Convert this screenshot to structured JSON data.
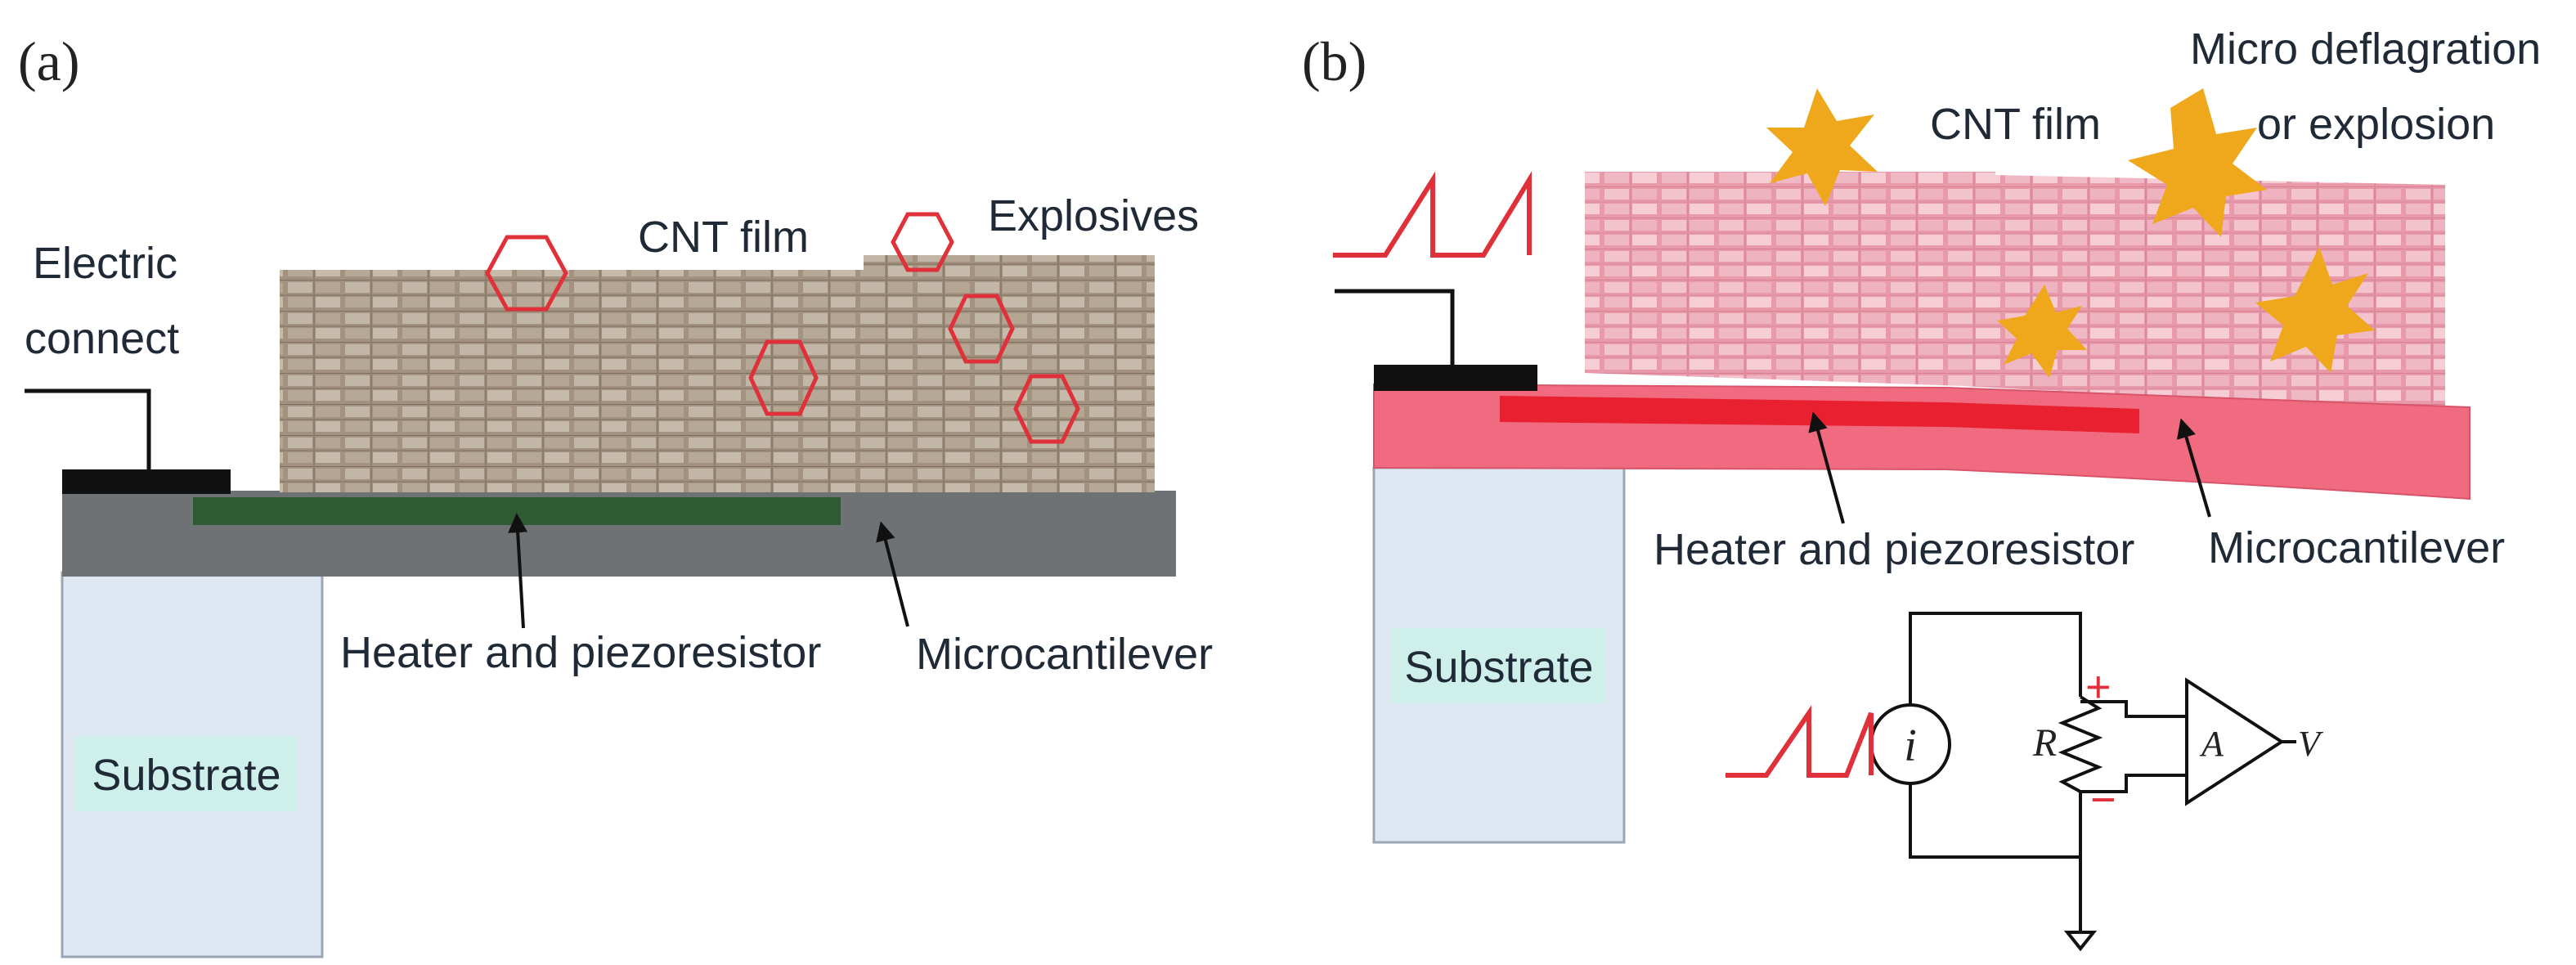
{
  "panel_a": {
    "label": "(a)",
    "electric_connect_line1": "Electric",
    "electric_connect_line2": "connect",
    "cnt_film": "CNT film",
    "explosives": "Explosives",
    "heater": "Heater and piezoresistor",
    "microcantilever": "Microcantilever",
    "substrate": "Substrate"
  },
  "panel_b": {
    "label": "(b)",
    "cnt_film": "CNT film",
    "micro_line1": "Micro deflagration",
    "micro_line2": "or explosion",
    "heater": "Heater and piezoresistor",
    "microcantilever": "Microcantilever",
    "substrate": "Substrate",
    "circuit": {
      "current_source": "i",
      "resistor": "R",
      "plus": "+",
      "minus": "−",
      "amplifier": "A",
      "output": "V"
    }
  },
  "colors": {
    "cantilever_a": "#6f7274",
    "heater_a": "#2f5a32",
    "cnt_a": "#9b8a78",
    "hexagon": "#e0303a",
    "cantilever_b": "#f06a80",
    "heater_b": "#e82030",
    "cnt_b": "#eeaab8",
    "burst": "#efa81c",
    "substrate": "#dfe7f2",
    "substrate_label_bg": "#cfefea",
    "pulse": "#e0303a"
  }
}
